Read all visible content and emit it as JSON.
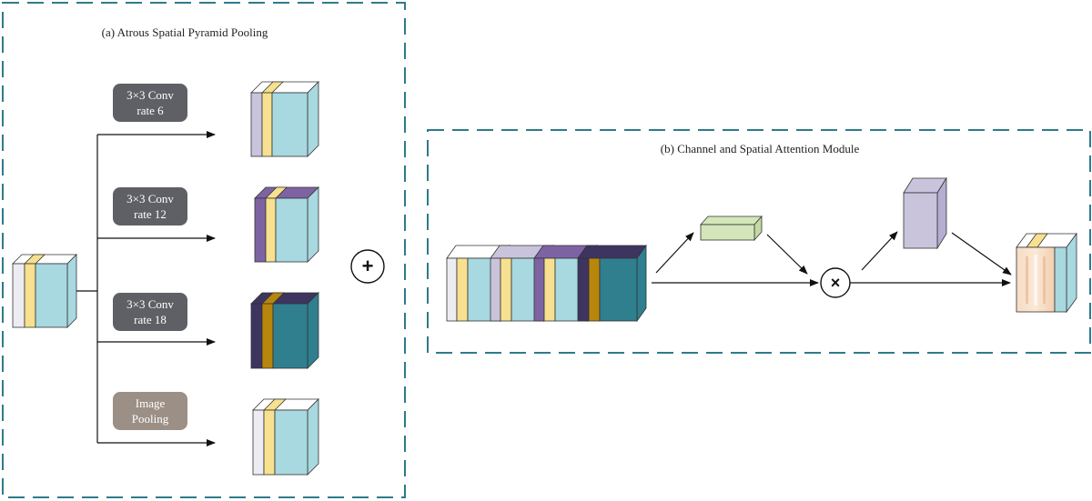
{
  "panel_a": {
    "title": "(a) Atrous Spatial Pyramid Pooling",
    "branches": [
      {
        "line1": "3×3 Conv",
        "line2": "rate 6",
        "type": "conv"
      },
      {
        "line1": "3×3 Conv",
        "line2": "rate 12",
        "type": "conv"
      },
      {
        "line1": "3×3 Conv",
        "line2": "rate 18",
        "type": "conv"
      },
      {
        "line1": "Image",
        "line2": "Pooling",
        "type": "pool"
      }
    ],
    "sum_symbol": "+"
  },
  "panel_b": {
    "title": "(b) Channel and Spatial Attention Module",
    "multiply_symbol": "×"
  },
  "colors": {
    "border_dash": "#2e7b8a",
    "conv_box": "#5f6066",
    "pool_box": "#9b8f86",
    "light_blue": "#a8d8e0",
    "yellow": "#f7e08f",
    "lavender": "#c9c4dc",
    "purple": "#7e63a3",
    "dark_purple": "#3d3460",
    "gold": "#b8860b",
    "teal": "#2f7f8f",
    "pale_gray": "#ececf2",
    "green": "#d3e6b9",
    "peach": "#f3d3b8"
  }
}
